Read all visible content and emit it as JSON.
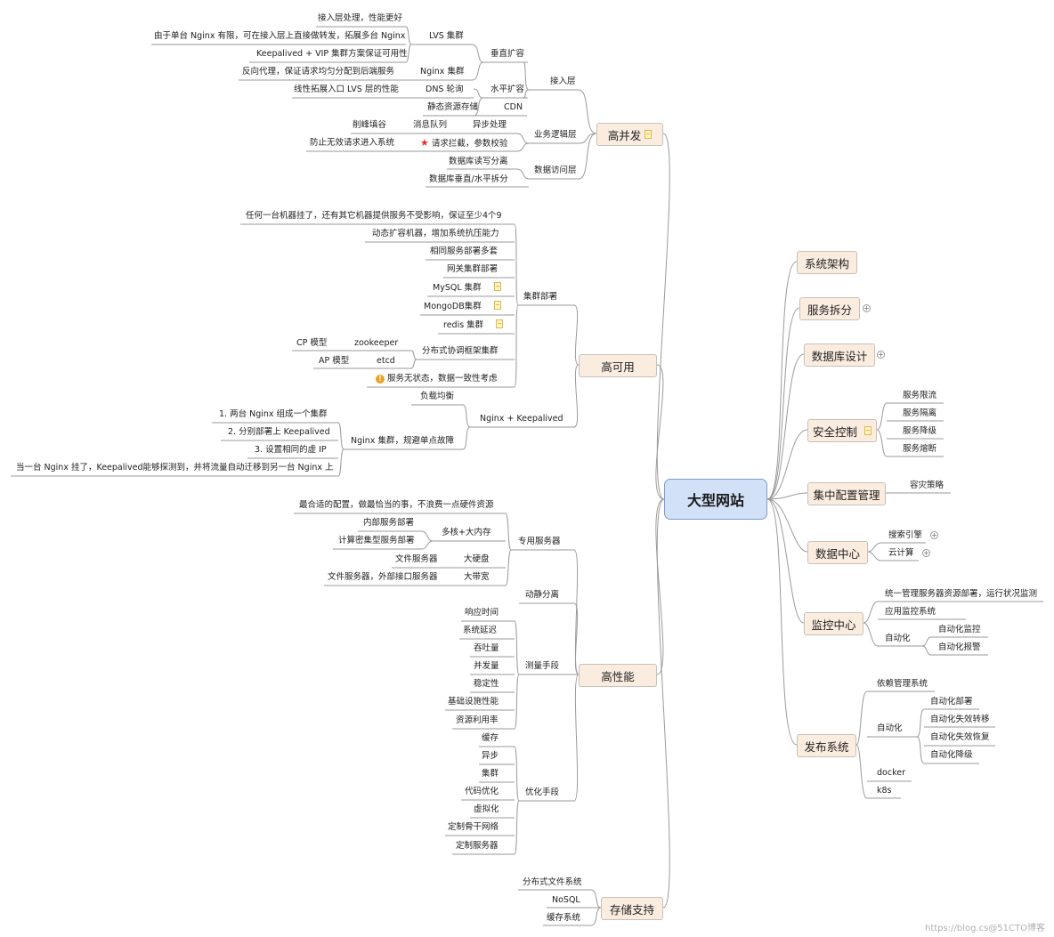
{
  "root": "大型网站",
  "left": {
    "gaobingfa": {
      "title": "高并发",
      "access": "接入层",
      "vertical": "垂直扩容",
      "lvs": "LVS 集群",
      "lvs_1": "接入层处理，性能更好",
      "lvs_2": "由于单台 Nginx 有限，可在接入层上直接做转发，拓展多台 Nginx",
      "lvs_3": "Keepalived + VIP 集群方案保证可用性",
      "nginx": "Nginx 集群",
      "nginx_1": "反向代理，保证请求均匀分配到后端服务",
      "horizontal": "水平扩容",
      "dns": "DNS 轮询",
      "dns_1": "线性拓展入口 LVS 层的性能",
      "cdn": "CDN",
      "cdn_1": "静态资源存储",
      "biz": "业务逻辑层",
      "async": "异步处理",
      "queue": "消息队列",
      "peak": "削峰填谷",
      "intercept": "请求拦截，参数校验",
      "intercept_1": "防止无效请求进入系统",
      "data": "数据访问层",
      "data_1": "数据库读写分离",
      "data_2": "数据库垂直/水平拆分"
    },
    "gaokeyong": {
      "title": "高可用",
      "cluster": "集群部署",
      "c1": "任何一台机器挂了，还有其它机器提供服务不受影响，保证至少4个9",
      "c2": "动态扩容机器，增加系统抗压能力",
      "c3": "相同服务部署多套",
      "c4": "网关集群部署",
      "c5": "MySQL 集群",
      "c6": "MongoDB集群",
      "c7": "redis 集群",
      "c8": "分布式协调框架集群",
      "cp": "CP 模型",
      "zk": "zookeeper",
      "ap": "AP 模型",
      "etcd": "etcd",
      "c9": "服务无状态，数据一致性考虑",
      "nk": "Nginx + Keepalived",
      "lb": "负载均衡",
      "ng": "Nginx 集群，规避单点故障",
      "ng1": "1. 两台 Nginx 组成一个集群",
      "ng2": "2. 分别部署上 Keepalived",
      "ng3": "3. 设置相同的虚 IP",
      "ng4": "当一台 Nginx 挂了，Keepalived能够探测到，并将流量自动迁移到另一台 Nginx 上"
    },
    "gaoxingneng": {
      "title": "高性能",
      "dedicated": "专用服务器",
      "d1": "最合适的配置，做最恰当的事，不浪费一点硬件资源",
      "multicore": "多核+大内存",
      "m1": "内部服务部署",
      "m2": "计算密集型服务部署",
      "disk": "大硬盘",
      "disk1": "文件服务器",
      "bw": "大带宽",
      "bw1": "文件服务器，外部接口服务器",
      "sep": "动静分离",
      "measure": "测量手段",
      "ms": [
        "响应时间",
        "系统延迟",
        "吞吐量",
        "并发量",
        "稳定性",
        "基础设施性能",
        "资源利用率"
      ],
      "optimize": "优化手段",
      "op": [
        "缓存",
        "异步",
        "集群",
        "代码优化",
        "虚拟化",
        "定制骨干网络",
        "定制服务器"
      ]
    },
    "storage": {
      "title": "存储支持",
      "s": [
        "分布式文件系统",
        "NoSQL",
        "缓存系统"
      ]
    }
  },
  "right": {
    "arch": "系统架构",
    "split": "服务拆分",
    "db": "数据库设计",
    "security": "安全控制",
    "sec": [
      "服务限流",
      "服务隔离",
      "服务降级",
      "服务熔断"
    ],
    "config": "集中配置管理",
    "disaster": "容灾策略",
    "dc": "数据中心",
    "search": "搜索引擎",
    "cloud": "云计算",
    "monitor": "监控中心",
    "mon1": "统一管理服务器资源部署，运行状况监测",
    "mon2": "应用监控系统",
    "mon3": "自动化",
    "mon3a": "自动化监控",
    "mon3b": "自动化报警",
    "release": "发布系统",
    "rel1": "依赖管理系统",
    "rel2": "自动化",
    "rel2s": [
      "自动化部署",
      "自动化失效转移",
      "自动化失效恢复",
      "自动化降级"
    ],
    "rel3": "docker",
    "rel4": "k8s"
  },
  "watermark": "https://blog.cs@51CTO博客",
  "colors": {
    "line": "#9a9a9a",
    "node_fill": "#fbece0",
    "root_fill": "#d2e1f7"
  }
}
